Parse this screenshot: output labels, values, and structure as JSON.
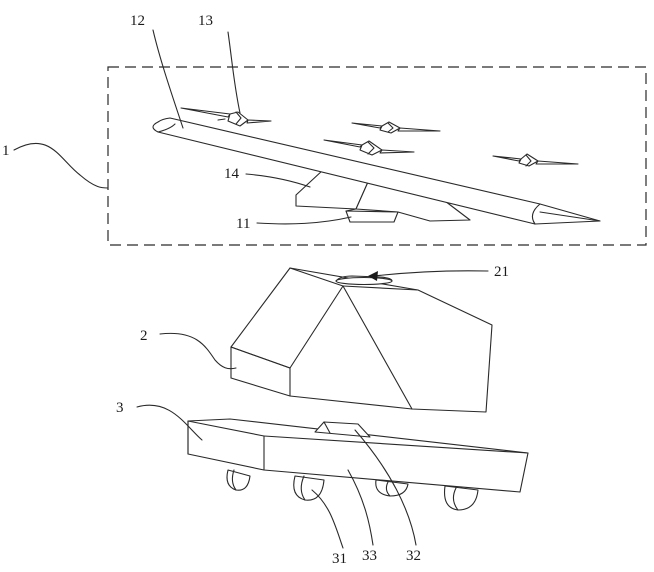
{
  "labels": {
    "l1": "1",
    "l12": "12",
    "l13": "13",
    "l14": "14",
    "l11": "11",
    "l21": "21",
    "l2": "2",
    "l3": "3",
    "l31": "31",
    "l33": "33",
    "l32": "32"
  }
}
